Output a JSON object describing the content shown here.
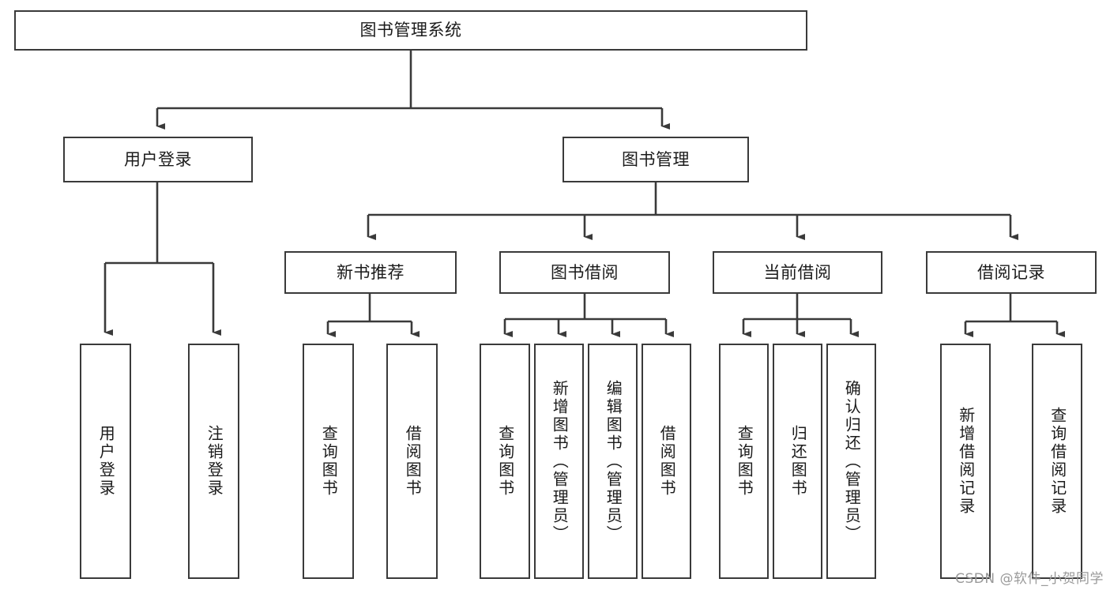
{
  "diagram": {
    "title": "图书管理系统",
    "watermark": "CSDN @软件_小贺同学",
    "colors": {
      "background": "#ffffff",
      "stroke": "#3a3a3a",
      "text": "#1b1b1b",
      "watermark": "#9a9a9a"
    },
    "root": {
      "id": "root",
      "label": "图书管理系统",
      "level": 0,
      "orientation": "horizontal"
    },
    "level1": [
      {
        "id": "user-login",
        "label": "用户登录",
        "orientation": "horizontal"
      },
      {
        "id": "book-manage",
        "label": "图书管理",
        "orientation": "horizontal"
      }
    ],
    "level2": [
      {
        "id": "new-book-recommend",
        "label": "新书推荐",
        "parent": "book-manage",
        "orientation": "horizontal"
      },
      {
        "id": "book-borrow",
        "label": "图书借阅",
        "parent": "book-manage",
        "orientation": "horizontal"
      },
      {
        "id": "current-borrow",
        "label": "当前借阅",
        "parent": "book-manage",
        "orientation": "horizontal"
      },
      {
        "id": "borrow-record",
        "label": "借阅记录",
        "parent": "book-manage",
        "orientation": "horizontal"
      }
    ],
    "leaves": [
      {
        "id": "leaf-user-login",
        "label": "用户登录",
        "parent": "user-login",
        "orientation": "vertical"
      },
      {
        "id": "leaf-user-logout",
        "label": "注销登录",
        "parent": "user-login",
        "orientation": "vertical"
      },
      {
        "id": "leaf-query-book-1",
        "label": "查询图书",
        "parent": "new-book-recommend",
        "orientation": "vertical"
      },
      {
        "id": "leaf-borrow-book-1",
        "label": "借阅图书",
        "parent": "new-book-recommend",
        "orientation": "vertical"
      },
      {
        "id": "leaf-query-book-2",
        "label": "查询图书",
        "parent": "book-borrow",
        "orientation": "vertical"
      },
      {
        "id": "leaf-add-book",
        "label": "新增图书（管理员）",
        "parent": "book-borrow",
        "orientation": "vertical"
      },
      {
        "id": "leaf-edit-book",
        "label": "编辑图书（管理员）",
        "parent": "book-borrow",
        "orientation": "vertical"
      },
      {
        "id": "leaf-borrow-book-2",
        "label": "借阅图书",
        "parent": "book-borrow",
        "orientation": "vertical"
      },
      {
        "id": "leaf-query-book-3",
        "label": "查询图书",
        "parent": "current-borrow",
        "orientation": "vertical"
      },
      {
        "id": "leaf-return-book",
        "label": "归还图书",
        "parent": "current-borrow",
        "orientation": "vertical"
      },
      {
        "id": "leaf-confirm-return",
        "label": "确认归还（管理员）",
        "parent": "current-borrow",
        "orientation": "vertical"
      },
      {
        "id": "leaf-add-record",
        "label": "新增借阅记录",
        "parent": "borrow-record",
        "orientation": "vertical"
      },
      {
        "id": "leaf-query-record",
        "label": "查询借阅记录",
        "parent": "borrow-record",
        "orientation": "vertical"
      }
    ]
  }
}
